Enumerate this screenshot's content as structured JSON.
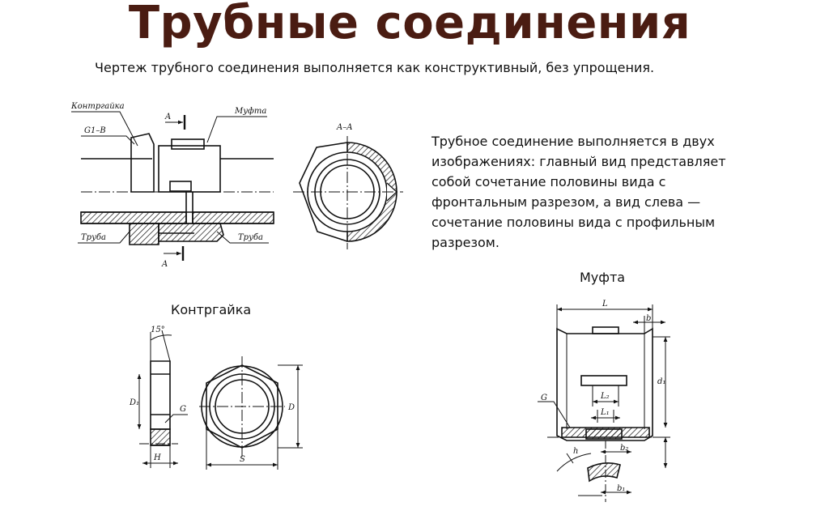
{
  "page": {
    "title": "Трубные соединения",
    "subtitle": "Чертеж трубного соединения выполняется как конструктивный, без упрощения.",
    "description": "Трубное соединение выполняется в двух изображениях: главный вид представляет собой сочетание половины вида с фронтальным разрезом, а вид слева — сочетание половины вида с профильным разрезом."
  },
  "assembly_drawing": {
    "labels": {
      "locknut": "Контргайка",
      "thread": "G1–B",
      "coupling": "Муфта",
      "section_mark_top": "A",
      "section_mark_bottom": "A",
      "pipe_left": "Труба",
      "pipe_right": "Труба",
      "section_title": "A–A"
    }
  },
  "locknut_drawing": {
    "title": "Контргайка",
    "labels": {
      "angle": "15°",
      "d1": "D₁",
      "g": "G",
      "h": "H",
      "d": "D",
      "s": "S"
    }
  },
  "coupling_drawing": {
    "title": "Муфта",
    "labels": {
      "l": "L",
      "b": "b",
      "d1": "d₁",
      "g": "G",
      "l2": "L₂",
      "l1": "L₁",
      "h": "h",
      "b2": "b₂",
      "b1": "b₁"
    }
  }
}
